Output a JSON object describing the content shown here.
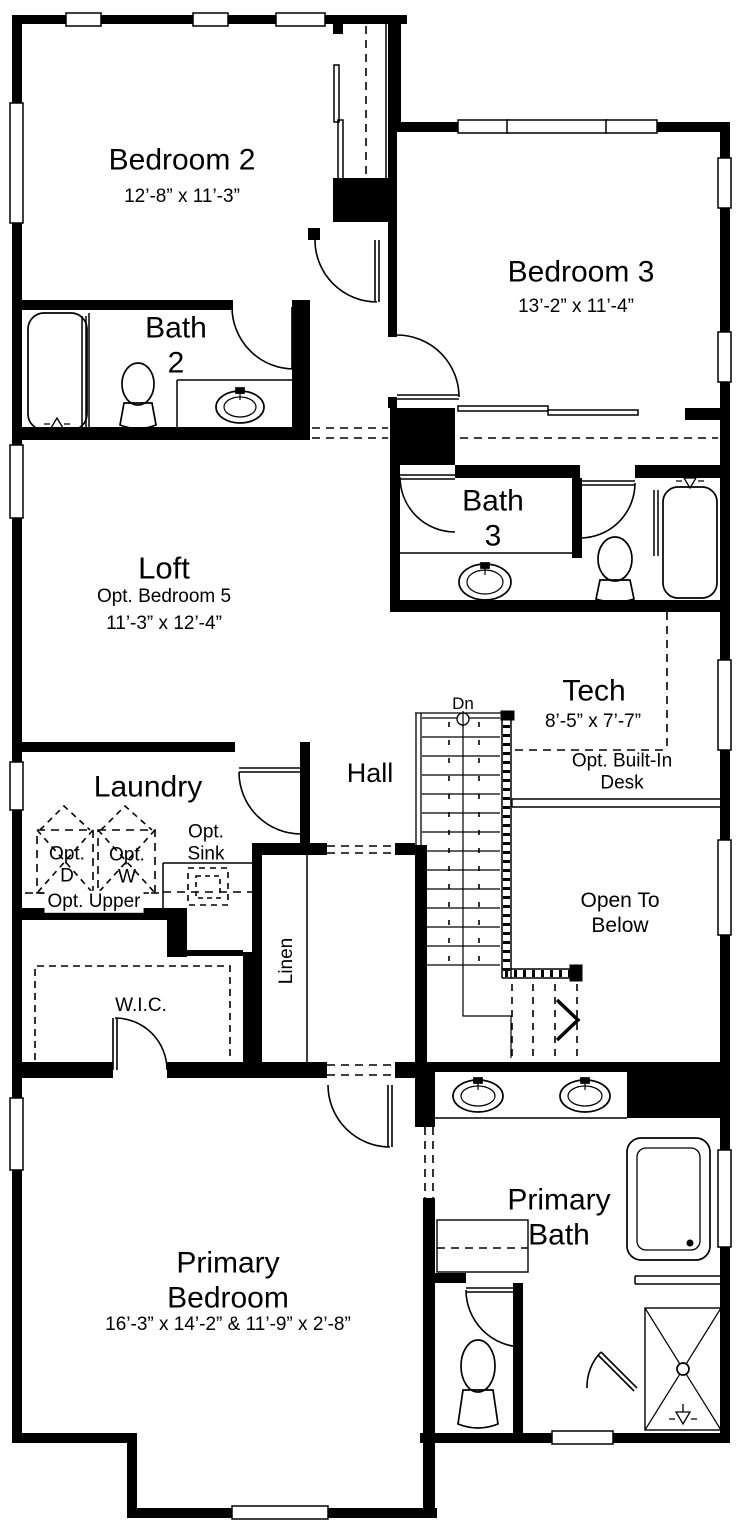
{
  "palette": {
    "wall": "#000000",
    "background": "#ffffff",
    "line": "#000000"
  },
  "plan": {
    "rooms": {
      "bedroom2": {
        "name": "Bedroom 2",
        "dims": "12’-8” x 11’-3”"
      },
      "bedroom3": {
        "name": "Bedroom 3",
        "dims": "13’-2” x 11’-4”"
      },
      "bath2": {
        "name": "Bath\n2"
      },
      "bath3": {
        "name": "Bath\n3"
      },
      "loft": {
        "name": "Loft",
        "opt": "Opt. Bedroom 5",
        "dims": "11’-3” x 12’-4”"
      },
      "tech": {
        "name": "Tech",
        "dims": "8’-5” x 7’-7”"
      },
      "hall": {
        "name": "Hall"
      },
      "laundry": {
        "name": "Laundry"
      },
      "linen": {
        "name": "Linen"
      },
      "wic": {
        "name": "W.I.C."
      },
      "open_to_below": {
        "name": "Open To\nBelow"
      },
      "primary_bedroom": {
        "name": "Primary\nBedroom",
        "dims": "16’-3” x 14’-2” & 11’-9” x 2’-8”"
      },
      "primary_bath": {
        "name": "Primary\nBath"
      }
    },
    "annotations": {
      "stairs_down": "Dn",
      "opt_desk": "Opt. Built-In Desk",
      "opt_dryer": "Opt.\nD",
      "opt_washer": "Opt.\nW",
      "opt_sink": "Opt.\nSink",
      "opt_upper": "Opt. Upper"
    }
  }
}
